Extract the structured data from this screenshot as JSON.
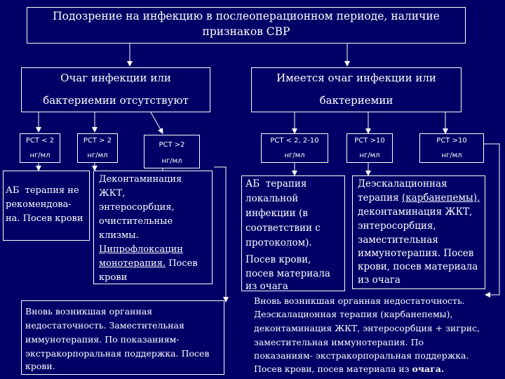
{
  "top": {
    "line1": "Подозрение на инфекцию в послеоперационном периоде, наличие",
    "line2": "признаков СВР"
  },
  "left_branch": {
    "line1": "Очаг инфекции или",
    "line2": "бактериемии отсутствуют"
  },
  "right_branch": {
    "line1": "Имеется очаг инфекции или",
    "line2": "бактериемии"
  },
  "pct": [
    {
      "value": "PCT < 2",
      "unit": "нг/мл"
    },
    {
      "value": "PCT > 2",
      "unit": "нг/мл"
    },
    {
      "value": "PCT >2",
      "unit": "нг/мл"
    },
    {
      "value": "PCT < 2, 2-10",
      "unit": "нг/мл"
    },
    {
      "value": "PCT >10",
      "unit": "нг/мл"
    },
    {
      "value": "PCT >10",
      "unit": "нг/мл"
    }
  ],
  "ab_therapy_left": {
    "lines": [
      "АБ  терапия не",
      "рекомендова-",
      "на. Посев крови"
    ]
  },
  "decontamination": {
    "lines": [
      "Деконтаминация",
      "ЖКТ,",
      "энтеросорбция,",
      "очистительные",
      "клизмы."
    ],
    "cipro_1": "Ципрофлоксацин",
    "cipro_2": "монотерапия.",
    "cipro_2_rest": " Посев",
    "last": "крови"
  },
  "organ_failure_left": {
    "lines": [
      "Вновь возникшая органная",
      "недостаточность. Заместительная",
      "иммунотерапия. По показаниям-",
      "экстракорпоральная поддержка. Посев",
      "крови."
    ]
  },
  "ab_therapy_right": {
    "lines": [
      "АБ  терапия",
      "локальной",
      "инфекции (в",
      "соответствии с",
      "протоколом).",
      "",
      "Посев крови,",
      "посев материала",
      "из очага"
    ]
  },
  "deescalation_right": {
    "line1": "Деэскалационная",
    "line2_pre": "терапия ",
    "line2_u": "(карбанепемы),",
    "lines": [
      "деконтаминация ЖКТ,",
      "энтеросорбция,",
      "заместительная",
      "иммунотерапия. Посев",
      "крови, посев материала",
      "из очага"
    ]
  },
  "organ_failure_right": {
    "lines": [
      "Вновь возникшая органная недостаточность.",
      "Деэскалационная терапия (карбанепемы),",
      "деконтаминация ЖКТ, энтеросорбция + зигрис,",
      "заместительная иммунотерапия. По",
      "показаниям- экстракорпоральная поддержка."
    ],
    "last_pre": "Посев крови, посев материала из ",
    "last_bold": "очага."
  }
}
